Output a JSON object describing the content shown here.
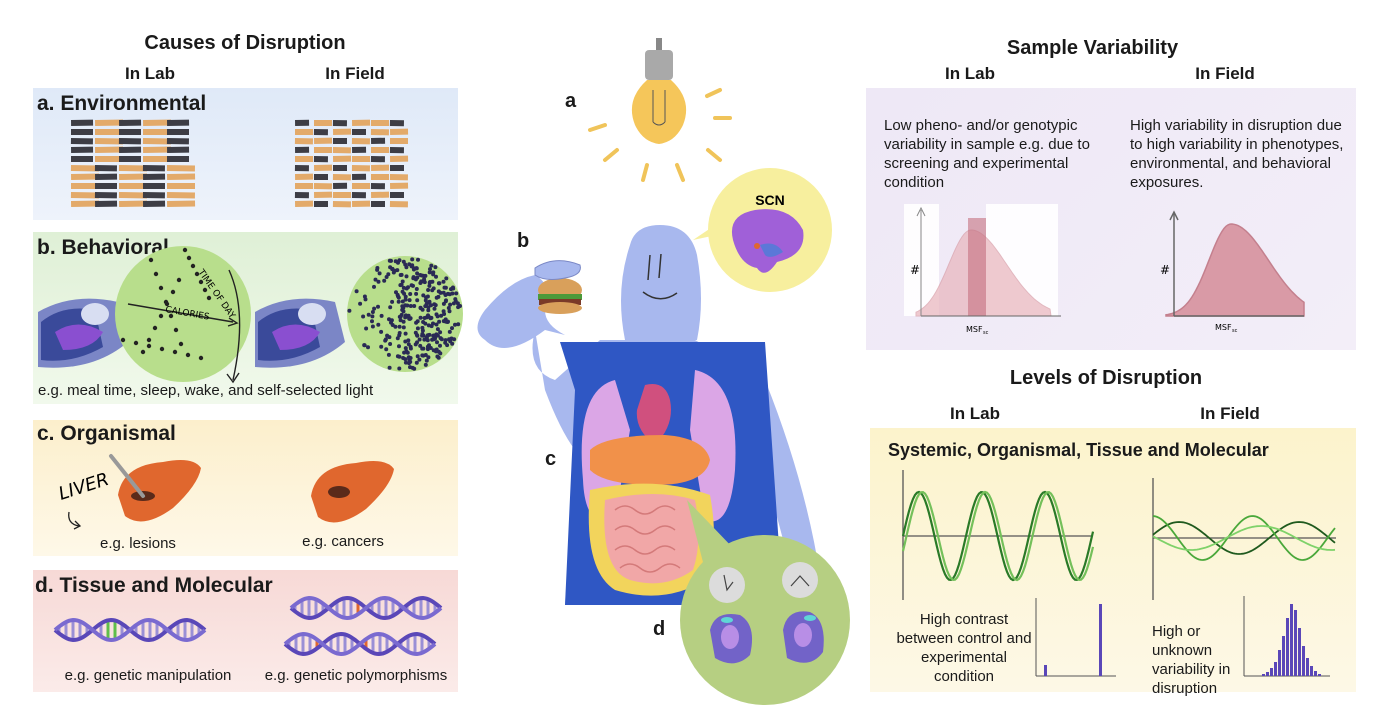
{
  "left": {
    "title": "Causes of Disruption",
    "col_lab": "In Lab",
    "col_field": "In Field",
    "environmental": {
      "title": "a. Environmental"
    },
    "behavioral": {
      "title": "b. Behavioral",
      "axis_time": "TIME OF DAY",
      "axis_calories": "CALORIES",
      "caption": "e.g. meal time, sleep, wake, and self-selected light"
    },
    "organismal": {
      "title": "c. Organismal",
      "liver_label": "LIVER",
      "caption_lab": "e.g. lesions",
      "caption_field": "e.g. cancers"
    },
    "tissue": {
      "title": "d. Tissue and Molecular",
      "caption_lab": "e.g. genetic manipulation",
      "caption_field": "e.g. genetic polymorphisms"
    }
  },
  "center": {
    "label_a": "a",
    "label_b": "b",
    "label_c": "c",
    "label_d": "d",
    "scn_label": "SCN"
  },
  "right": {
    "sample": {
      "title": "Sample Variability",
      "col_lab": "In Lab",
      "col_field": "In Field",
      "lab_text": "Low pheno- and/or genotypic variability in sample e.g. due to screening and experimental condition",
      "field_text": "High variability in disruption due to high variability in phenotypes, environmental, and behavioral exposures.",
      "y_label": "#",
      "x_label": "MSF",
      "x_label_sub": "sc"
    },
    "levels": {
      "title": "Levels of Disruption",
      "col_lab": "In Lab",
      "col_field": "In Field",
      "panel_title": "Systemic, Organismal, Tissue and Molecular",
      "lab_text": "High contrast between control and experimental condition",
      "field_text": "High or unknown variability in disruption"
    }
  },
  "colors": {
    "env_bg": "#e6effa",
    "beh_bg": "#eaf6e1",
    "org_bg": "#fdf4dc",
    "tis_bg": "#f9e4e2",
    "sample_bg": "#efeaf6",
    "levels_bg": "#fdf7df",
    "tan": "#e3aa6a",
    "dark": "#3d3d45",
    "purple": "#5a47b8",
    "green": "#4a9a3c",
    "pink": "#d99aa2",
    "body_blue": "#a8b8ee",
    "shirt_blue": "#2f57c4"
  }
}
